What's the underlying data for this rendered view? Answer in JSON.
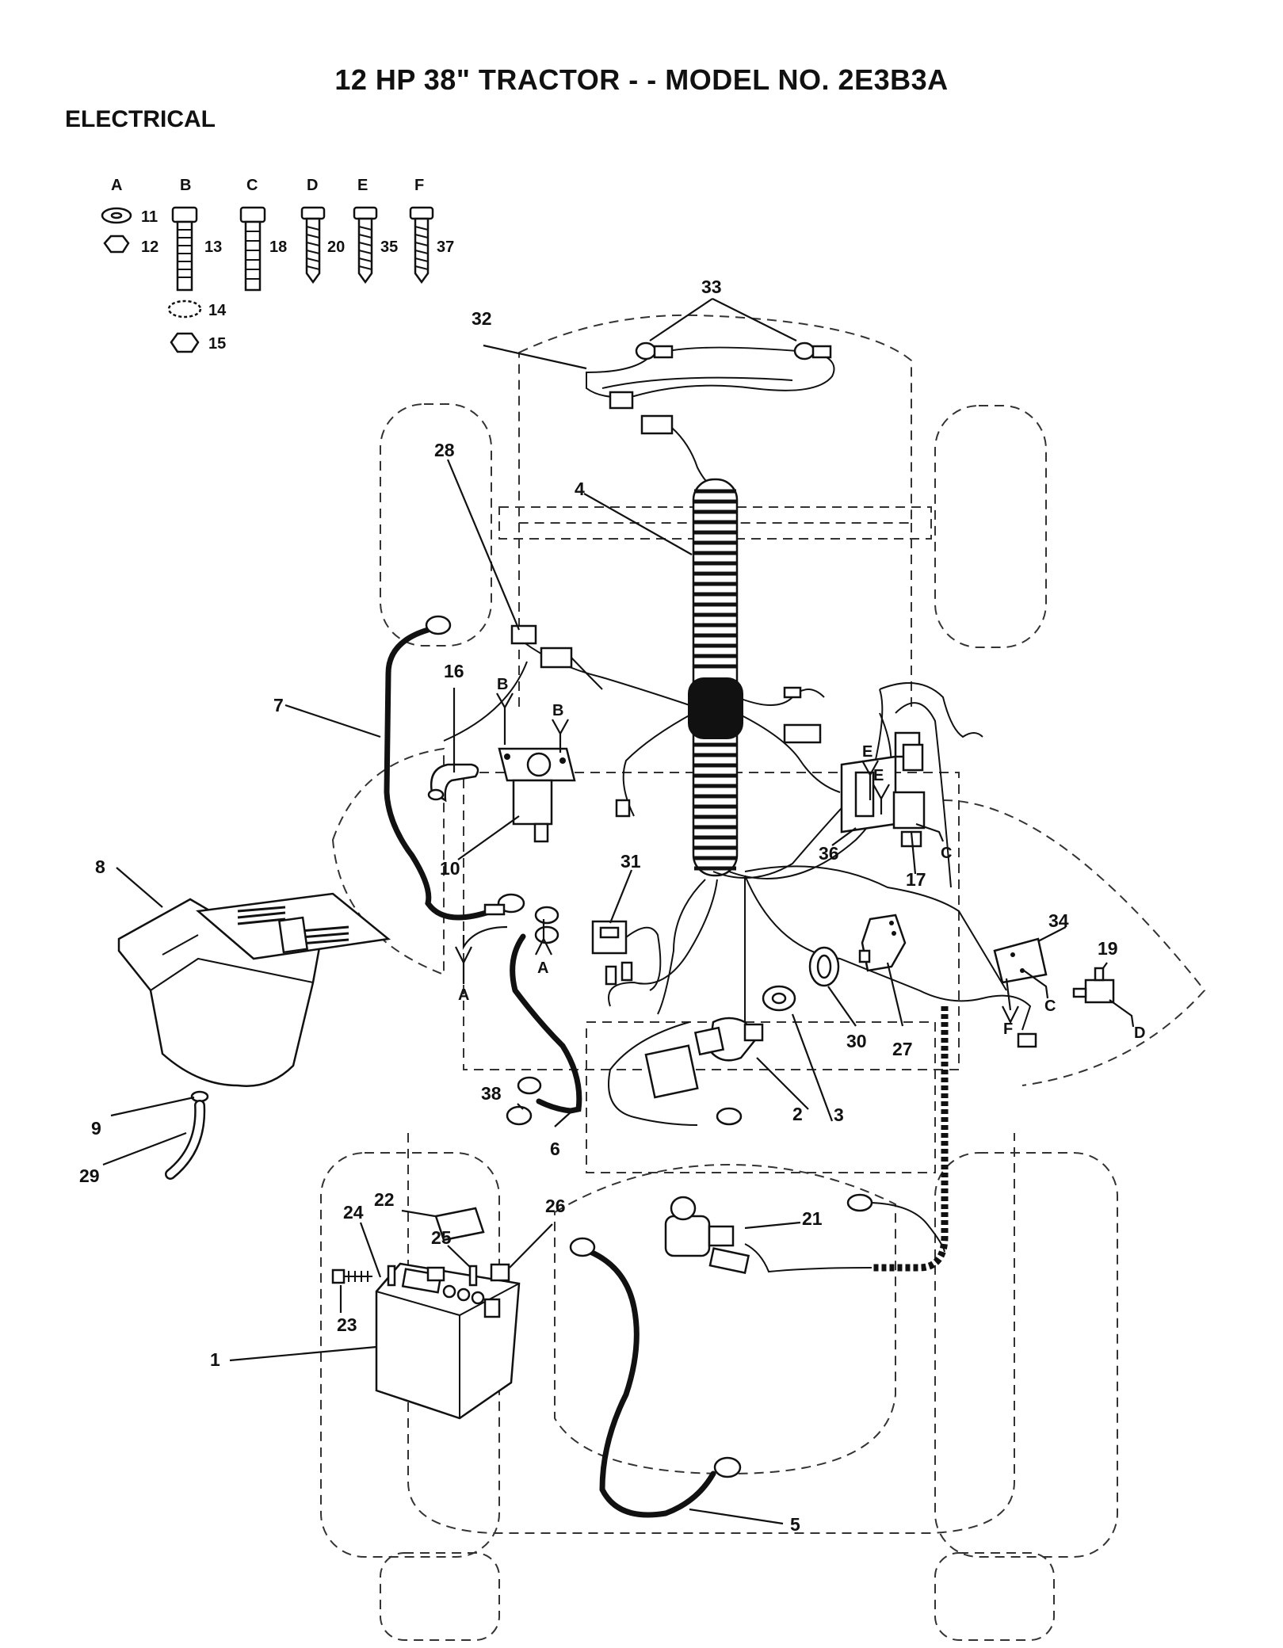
{
  "title": "12 HP 38\" TRACTOR - - MODEL NO.  2E3B3A",
  "section": "ELECTRICAL",
  "hardware_key": [
    {
      "letter": "A",
      "parts": [
        "11",
        "12"
      ]
    },
    {
      "letter": "B",
      "parts": [
        "13",
        "14",
        "15"
      ]
    },
    {
      "letter": "C",
      "parts": [
        "18"
      ]
    },
    {
      "letter": "D",
      "parts": [
        "20"
      ]
    },
    {
      "letter": "E",
      "parts": [
        "35"
      ]
    },
    {
      "letter": "F",
      "parts": [
        "37"
      ]
    }
  ],
  "callouts": [
    "1",
    "2",
    "3",
    "4",
    "5",
    "6",
    "7",
    "8",
    "9",
    "10",
    "16",
    "17",
    "19",
    "21",
    "22",
    "23",
    "24",
    "25",
    "26",
    "27",
    "28",
    "29",
    "30",
    "31",
    "32",
    "33",
    "34",
    "36",
    "38"
  ],
  "hardware_refs": [
    "A",
    "A",
    "B",
    "B",
    "C",
    "C",
    "D",
    "E",
    "E",
    "F"
  ]
}
